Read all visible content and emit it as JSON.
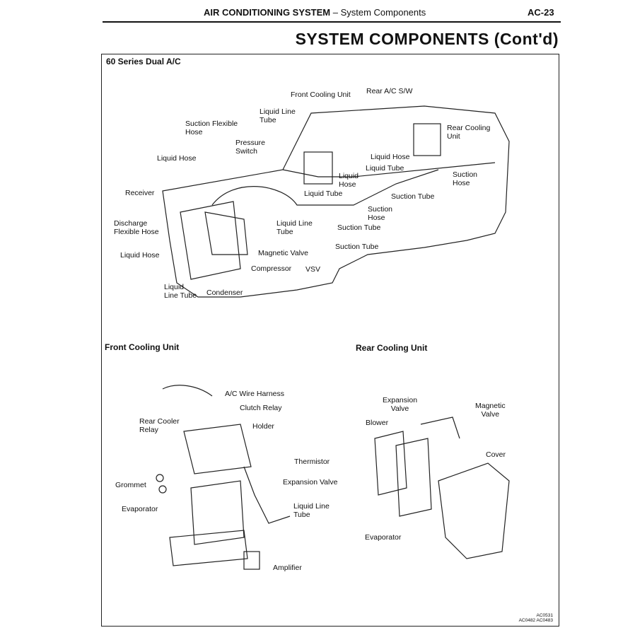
{
  "header": {
    "section": "AIR CONDITIONING SYSTEM",
    "subsection": "– System Components",
    "page": "AC-23"
  },
  "title": "SYSTEM COMPONENTS (Cont'd)",
  "top_diagram": {
    "title": "60 Series Dual A/C",
    "labels": [
      "Front Cooling Unit",
      "Rear A/C S/W",
      "Liquid Line\nTube",
      "Suction Flexible\nHose",
      "Pressure\nSwitch",
      "Rear Cooling\nUnit",
      "Liquid Hose",
      "Liquid Hose",
      "Liquid Tube",
      "Suction\nHose",
      "Liquid\nHose",
      "Receiver",
      "Liquid Tube",
      "Suction Tube",
      "Discharge\nFlexible Hose",
      "Suction\nHose",
      "Liquid Line\nTube",
      "Suction Tube",
      "Liquid Hose",
      "Suction Tube",
      "Magnetic Valve",
      "Compressor",
      "VSV",
      "Liquid\nLine Tube",
      "Condenser"
    ]
  },
  "front_unit": {
    "title": "Front Cooling Unit",
    "labels": [
      "A/C Wire Harness",
      "Clutch Relay",
      "Rear Cooler\nRelay",
      "Holder",
      "Thermistor",
      "Grommet",
      "Expansion Valve",
      "Evaporator",
      "Liquid Line\nTube",
      "Amplifier"
    ]
  },
  "rear_unit": {
    "title": "Rear Cooling Unit",
    "labels": [
      "Expansion\nValve",
      "Magnetic\nValve",
      "Blower",
      "Cover",
      "Evaporator"
    ]
  },
  "codes": [
    "AC0531",
    "AC0482 AC0483"
  ]
}
